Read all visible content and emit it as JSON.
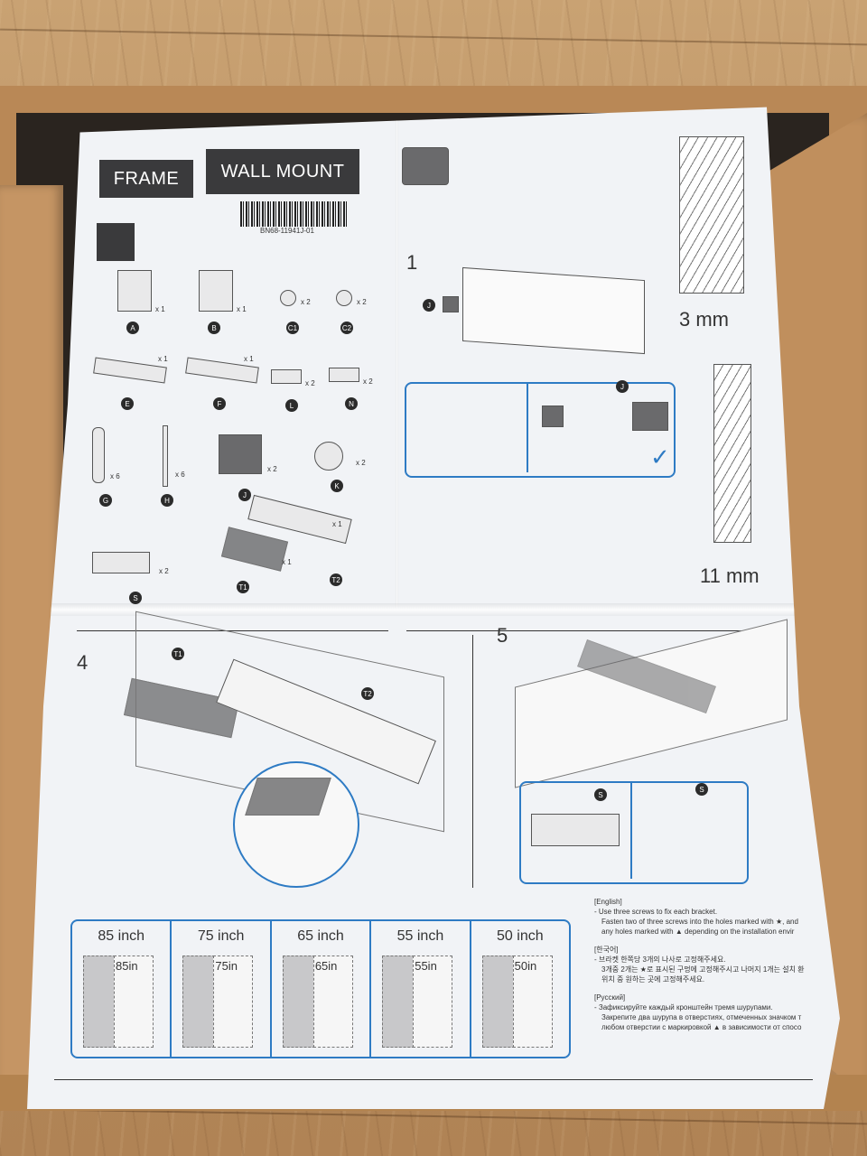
{
  "header": {
    "frame_label": "FRAME",
    "wall_mount_label": "WALL MOUNT",
    "part_code": "BN68-11941J-01"
  },
  "parts": [
    {
      "badge": "A",
      "qty": "x 1"
    },
    {
      "badge": "B",
      "qty": "x 1"
    },
    {
      "badge": "C1",
      "qty": "x 2"
    },
    {
      "badge": "C2",
      "qty": "x 2"
    },
    {
      "badge": "E",
      "qty": "x 1"
    },
    {
      "badge": "F",
      "qty": "x 1"
    },
    {
      "badge": "L",
      "qty": "x 2"
    },
    {
      "badge": "N",
      "qty": "x 2"
    },
    {
      "badge": "G",
      "qty": "x 6"
    },
    {
      "badge": "H",
      "qty": "x 6"
    },
    {
      "badge": "J",
      "qty": "x 2"
    },
    {
      "badge": "K",
      "qty": "x 2"
    },
    {
      "badge": "S",
      "qty": "x 2"
    },
    {
      "badge": "T1",
      "qty": "x 1"
    },
    {
      "badge": "T2",
      "qty": "x 1"
    }
  ],
  "steps": {
    "step1": "1",
    "step4": "4",
    "step5": "5",
    "j": "J",
    "t1": "T1",
    "t2": "T2",
    "s": "S"
  },
  "measurements": {
    "m1": "3 mm",
    "m2": "11 mm"
  },
  "sizes": [
    {
      "label": "85 inch",
      "tag": "85in"
    },
    {
      "label": "75 inch",
      "tag": "75in"
    },
    {
      "label": "65 inch",
      "tag": "65in"
    },
    {
      "label": "55 inch",
      "tag": "55in"
    },
    {
      "label": "50 inch",
      "tag": "50in"
    }
  ],
  "instructions": {
    "en_title": "[English]",
    "en_line1": "- Use three screws to fix each bracket.",
    "en_line2": "Fasten two of three screws into the holes marked with ★, and",
    "en_line3": "any holes marked with ▲ depending on the installation envir",
    "ko_title": "[한국어]",
    "ko_line1": "- 브라켓 한쪽당 3개의 나사로 고정해주세요.",
    "ko_line2": "3개중 2개는 ★로 표시된 구멍에 고정해주시고 나머지 1개는 설치 환",
    "ko_line3": "위치 중 원하는 곳에 고정해주세요.",
    "ru_title": "[Русский]",
    "ru_line1": "- Зафиксируйте каждый кронштейн тремя шурупами.",
    "ru_line2": "Закрепите два шурупа в отверстиях, отмеченных значком т",
    "ru_line3": "любом отверстии с маркировкой ▲ в зависимости от спосо"
  }
}
